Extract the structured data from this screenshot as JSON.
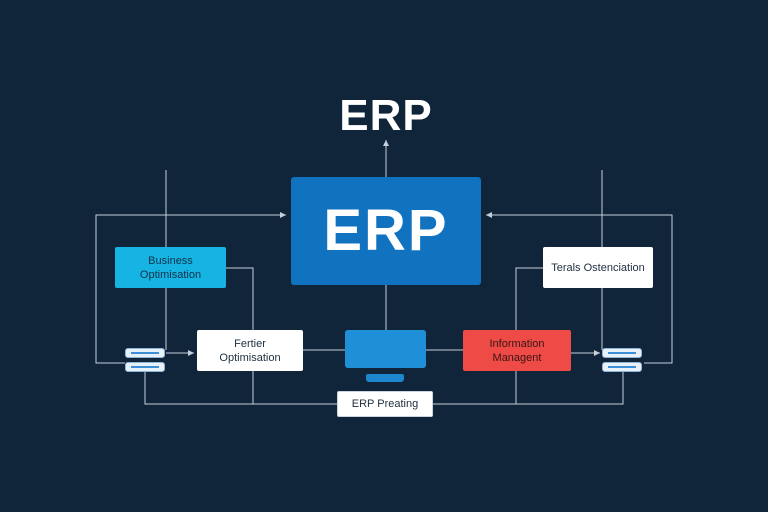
{
  "title": "ERP",
  "core": {
    "label": "ERP"
  },
  "boxes": {
    "business_optimisation": "Business Optimisation",
    "terals_ostenciation": "Terals Ostenciation",
    "fertier_optimisation": "Fertier Optimisation",
    "information_managent": "Information Managent",
    "erp_preating": "ERP Preating"
  },
  "colors": {
    "background": "#10243a",
    "core": "#1172c0",
    "cyan": "#15b4e3",
    "red": "#ee4b47",
    "line": "#c5d0da"
  },
  "icons": {
    "monitor": "monitor-icon",
    "pentagon": "pentagon-icon",
    "node": "server-node-icon"
  }
}
